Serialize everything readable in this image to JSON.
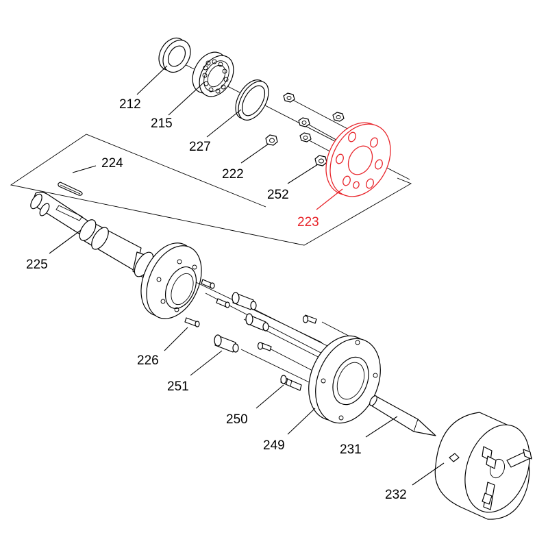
{
  "diagram": {
    "highlight_color": "#e8242a",
    "line_color": "#000000",
    "highlighted_part": "223",
    "labels": {
      "p212": "212",
      "p215": "215",
      "p227": "227",
      "p222": "222",
      "p252": "252",
      "p223": "223",
      "p224": "224",
      "p225": "225",
      "p226": "226",
      "p251": "251",
      "p250": "250",
      "p249": "249",
      "p231": "231",
      "p232": "232"
    }
  }
}
